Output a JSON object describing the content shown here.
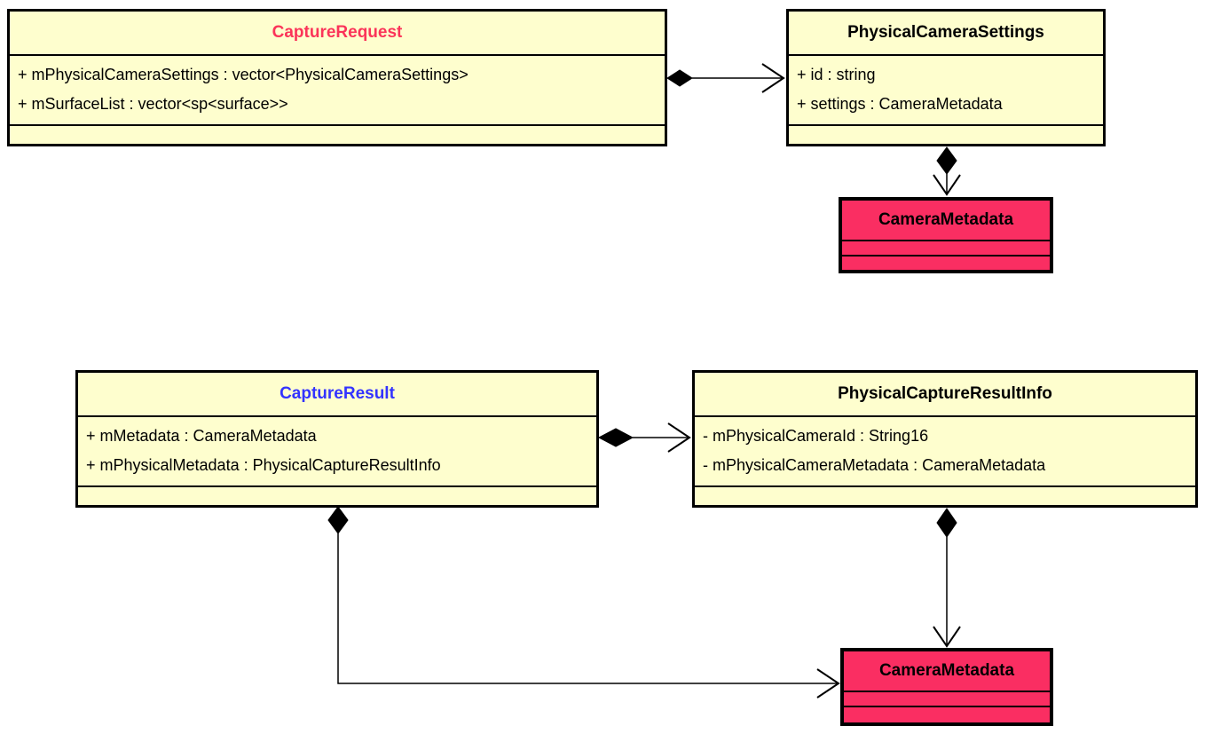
{
  "diagram": {
    "kind": "uml-class-diagram",
    "colors": {
      "class_fill": "#FEFECE",
      "class_border": "#000000",
      "highlight_fill": "#FA2E62",
      "capture_request_title": "#FB3459",
      "capture_result_title": "#3333FF",
      "default_title": "#000000",
      "relation_stroke": "#000000"
    },
    "classes": [
      {
        "name": "CaptureRequest",
        "title_color": "#FB3459",
        "attributes": [
          "+ mPhysicalCameraSettings : vector<PhysicalCameraSettings>",
          "+ mSurfaceList : vector<sp<surface>>"
        ]
      },
      {
        "name": "PhysicalCameraSettings",
        "title_color": "#000000",
        "attributes": [
          "+ id : string",
          "+ settings : CameraMetadata"
        ]
      },
      {
        "name": "CameraMetadata",
        "title_color": "#000000",
        "attributes": []
      },
      {
        "name": "CaptureResult",
        "title_color": "#3333FF",
        "attributes": [
          "+ mMetadata : CameraMetadata",
          "+ mPhysicalMetadata : PhysicalCaptureResultInfo"
        ]
      },
      {
        "name": "PhysicalCaptureResultInfo",
        "title_color": "#000000",
        "attributes": [
          "- mPhysicalCameraId : String16",
          "- mPhysicalCameraMetadata : CameraMetadata"
        ]
      },
      {
        "name": "CameraMetadata",
        "title_color": "#000000",
        "attributes": []
      }
    ],
    "relations": [
      {
        "from": "CaptureRequest",
        "to": "PhysicalCameraSettings",
        "type": "composition",
        "head": "open-arrow"
      },
      {
        "from": "PhysicalCameraSettings",
        "to": "CameraMetadata",
        "type": "composition",
        "head": "open-arrow"
      },
      {
        "from": "CaptureResult",
        "to": "PhysicalCaptureResultInfo",
        "type": "composition",
        "head": "open-arrow"
      },
      {
        "from": "PhysicalCaptureResultInfo",
        "to": "CameraMetadata",
        "type": "composition",
        "head": "open-arrow"
      },
      {
        "from": "CaptureResult",
        "to": "CameraMetadata",
        "type": "composition",
        "head": "open-arrow"
      }
    ]
  }
}
